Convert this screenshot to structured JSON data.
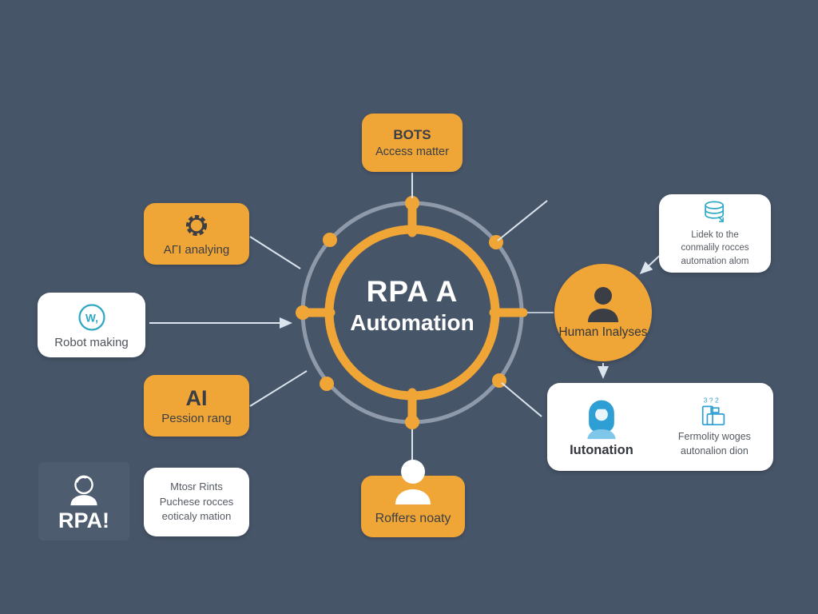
{
  "colors": {
    "background": "#475569",
    "accent_orange": "#F0A537",
    "box_white": "#ffffff",
    "dark_text": "#3b3f45",
    "ring_gray": "#8e99a9",
    "connector_light": "#dce4ee",
    "icon_teal": "#2FA8C5",
    "icon_blue": "#2E9FD4"
  },
  "center": {
    "title": "RPA A",
    "subtitle": "Automation"
  },
  "nodes": {
    "bots": {
      "title": "BOTS",
      "subtitle": "Access matter"
    },
    "ati": {
      "label": "AΓI analying"
    },
    "robot": {
      "label": "Robot making",
      "icon_text": "W,"
    },
    "ai": {
      "title": "AI",
      "subtitle": "Pession rang"
    },
    "mtosr": {
      "lines": [
        "Mtosr Rints",
        "Puchese rocces",
        "eoticaly mation"
      ]
    },
    "rpa": {
      "label": "RPA!"
    },
    "roffers": {
      "label": "Roffers noaty"
    },
    "human": {
      "label": "Human Inalyses"
    },
    "lidek": {
      "lines": [
        "Lidek to the",
        "conmalily rocces",
        "automation alom"
      ]
    },
    "iutonation": {
      "label": "Iutonation",
      "right_lines": [
        "Fermolity woges",
        "autonalion dion"
      ],
      "icon_numbers": "3 ? 2"
    }
  }
}
